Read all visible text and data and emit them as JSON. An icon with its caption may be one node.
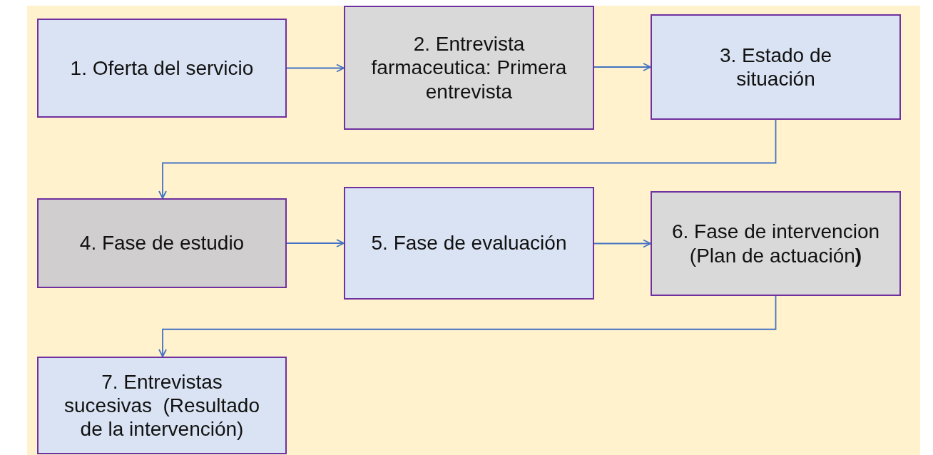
{
  "diagram": {
    "nodes": [
      {
        "text": [
          "1. Oferta del servicio"
        ]
      },
      {
        "text": [
          "2. Entrevista farmaceutica: Primera entrevista"
        ]
      },
      {
        "text": [
          "3. Estado de situación"
        ]
      },
      {
        "text": [
          "4. Fase de estudio"
        ]
      },
      {
        "text": [
          "5. Fase de evaluación"
        ]
      },
      {
        "text": [
          "6. Fase de intervencion (Plan de actuación**)**"
        ]
      },
      {
        "text": [
          "7. Entrevistas sucesivas  (Resultado de la intervención)"
        ]
      }
    ],
    "edges": [
      {
        "from": 0,
        "to": 1,
        "arrow": "to"
      },
      {
        "from": 1,
        "to": 2,
        "arrow": "to"
      },
      {
        "from": 2,
        "to": 3,
        "arrow": "to"
      },
      {
        "from": 3,
        "to": 4,
        "arrow": "to"
      },
      {
        "from": 4,
        "to": 5,
        "arrow": "to"
      },
      {
        "from": 5,
        "to": 6,
        "arrow": "to"
      }
    ]
  }
}
